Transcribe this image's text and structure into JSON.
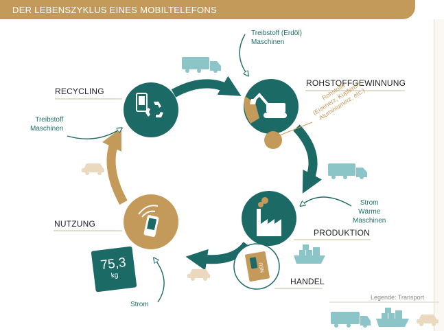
{
  "header": {
    "title": "DER LEBENSZYKLUS EINES MOBILTELEFONS"
  },
  "stages": {
    "recycling": "RECYCLING",
    "rohstoff": "ROHSTOFFGEWINNUNG",
    "produktion": "PRODUKTION",
    "handel": "HANDEL",
    "nutzung": "NUTZUNG"
  },
  "inputs": {
    "rohstoff_line1": "Treibstoff (Erdöl)",
    "rohstoff_line2": "Maschinen",
    "recycling_line1": "Treibstoff",
    "recycling_line2": "Maschinen",
    "produktion_line1": "Strom",
    "produktion_line2": "Wärme",
    "produktion_line3": "Maschinen",
    "nutzung_line1": "Strom"
  },
  "raw_materials": {
    "line1": "Rohstoffe",
    "line2": "(Eisenerz, Kupfererz,",
    "line3": "Aluminiumerz, etc.)"
  },
  "handel_box_text": "NEU",
  "energy_badge": {
    "value": "75,3",
    "unit": "kg"
  },
  "legend": {
    "title": "Legende: Transport"
  },
  "colors": {
    "teal": "#1b6a65",
    "tan": "#c49a5b",
    "light_teal": "#8cc5c7",
    "light_tan": "#ead9be"
  },
  "icons": [
    "truck-icon",
    "car-icon",
    "ship-icon",
    "recycle-icon",
    "excavator-icon",
    "factory-icon",
    "phone-icon",
    "package-icon"
  ]
}
